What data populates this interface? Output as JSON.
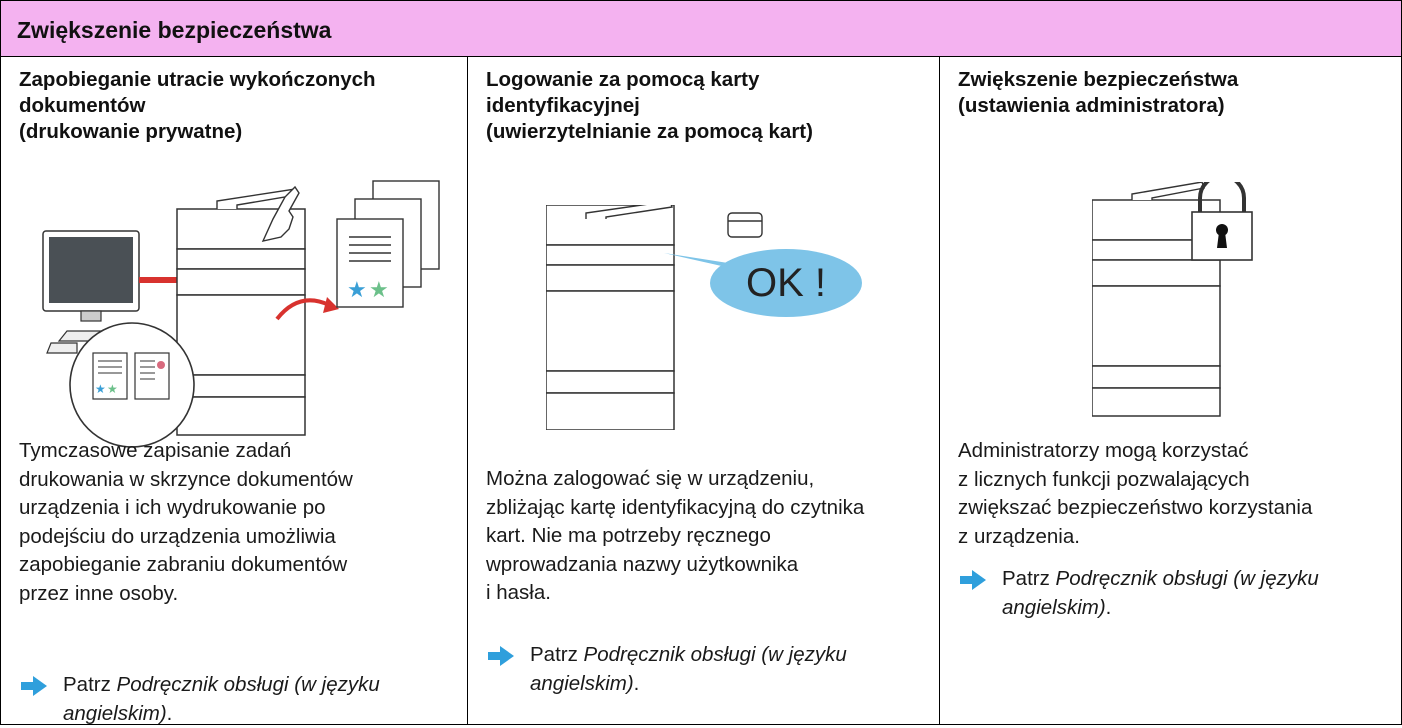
{
  "header": {
    "title": "Zwiększenie bezpieczeństwa"
  },
  "columns": [
    {
      "title_lines": [
        "Zapobieganie utracie wykończonych",
        "dokumentów",
        "(drukowanie prywatne)"
      ],
      "desc_lines": [
        "Tymczasowe zapisanie zadań",
        "drukowania w skrzynce dokumentów",
        "urządzenia i ich wydrukowanie po",
        "podejściu do urządzenia umożliwia",
        "zapobieganie zabraniu dokumentów",
        "przez inne osoby."
      ],
      "ref_prefix": "Patrz ",
      "ref_italic_1": "Podręcznik obsługi (w języku",
      "ref_italic_2": "angielskim)",
      "ref_suffix": "."
    },
    {
      "title_lines": [
        "Logowanie za pomocą karty",
        "identyfikacyjnej",
        "(uwierzytelnianie za pomocą kart)"
      ],
      "illus_text": "OK !",
      "desc_lines": [
        "Można zalogować się w urządzeniu,",
        "zbliżając kartę identyfikacyjną do czytnika",
        "kart. Nie ma potrzeby ręcznego",
        "wprowadzania nazwy użytkownika",
        "i hasła."
      ],
      "ref_prefix": "Patrz ",
      "ref_italic_1": "Podręcznik obsługi (w języku",
      "ref_italic_2": "angielskim)",
      "ref_suffix": "."
    },
    {
      "title_lines": [
        "Zwiększenie bezpieczeństwa",
        "(ustawienia administratora)"
      ],
      "desc_lines": [
        "Administratorzy mogą korzystać",
        "z licznych funkcji pozwalających",
        "zwiększać bezpieczeństwo korzystania",
        "z urządzenia."
      ],
      "ref_prefix": "Patrz ",
      "ref_italic_1": "Podręcznik obsługi (w języku",
      "ref_italic_2": "angielskim)",
      "ref_suffix": "."
    }
  ],
  "colors": {
    "header_bg": "#f4b2f0",
    "arrow": "#2f9fdc",
    "bubble": "#7ec4e8",
    "star_blue": "#3a9fd6",
    "star_green": "#6cc08a",
    "cable": "#d8322e"
  },
  "icons": [
    "arrow-right-icon",
    "printer-icon",
    "monitor-icon",
    "document-icon",
    "card-icon",
    "padlock-icon",
    "hand-icon"
  ]
}
